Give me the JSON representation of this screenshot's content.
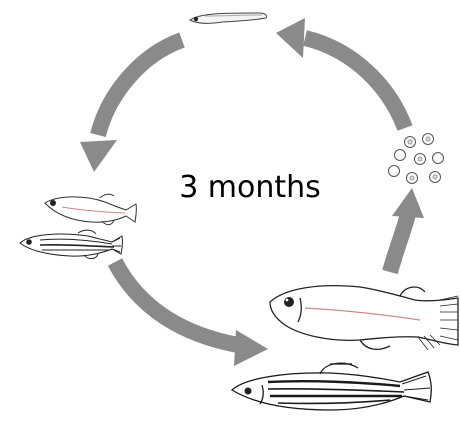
{
  "label": "3 months",
  "colors": {
    "arrow": "#7f7f7f",
    "outline": "#222222",
    "lateral_line": "#c98a8a",
    "stripe": "#1a1a1a",
    "background": "#ffffff"
  },
  "stages": [
    {
      "name": "larva",
      "icon": "larva-icon"
    },
    {
      "name": "juvenile",
      "icon": "juvenile-fish-icon"
    },
    {
      "name": "juvenile-striped",
      "icon": "striped-juvenile-fish-icon"
    },
    {
      "name": "adult",
      "icon": "adult-fish-icon"
    },
    {
      "name": "adult-striped",
      "icon": "striped-adult-fish-icon"
    },
    {
      "name": "eggs",
      "icon": "eggs-icon"
    }
  ]
}
